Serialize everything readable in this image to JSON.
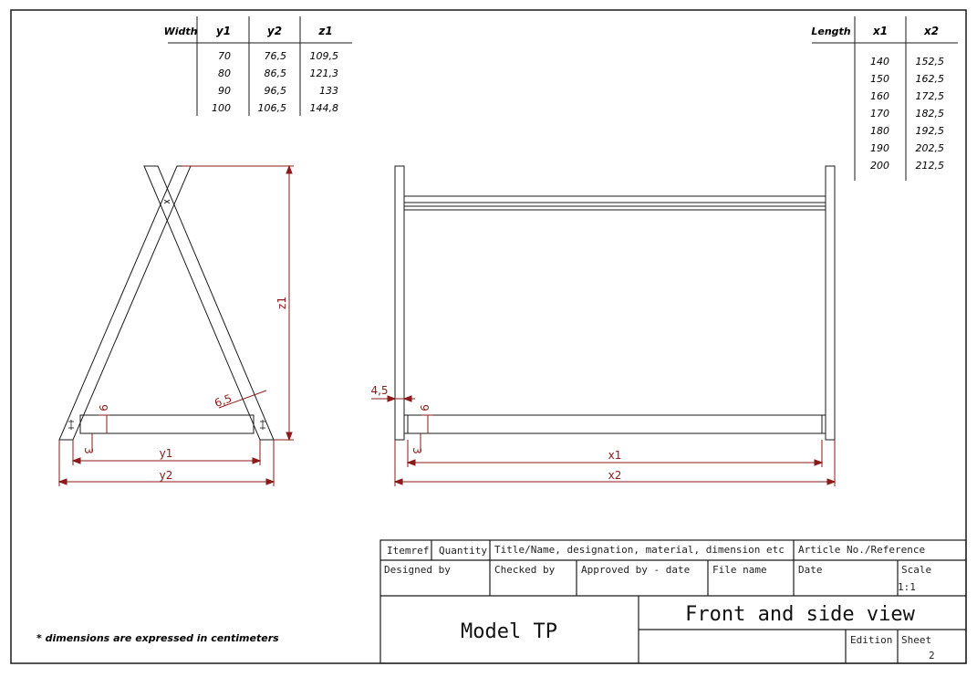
{
  "width_table": {
    "headers": [
      "Width",
      "y1",
      "y2",
      "z1"
    ],
    "rows": [
      [
        "70",
        "76,5",
        "109,5"
      ],
      [
        "80",
        "86,5",
        "121,3"
      ],
      [
        "90",
        "96,5",
        "133"
      ],
      [
        "100",
        "106,5",
        "144,8"
      ]
    ]
  },
  "length_table": {
    "headers": [
      "Length",
      "x1",
      "x2"
    ],
    "rows": [
      [
        "140",
        "152,5"
      ],
      [
        "150",
        "162,5"
      ],
      [
        "160",
        "172,5"
      ],
      [
        "170",
        "182,5"
      ],
      [
        "180",
        "192,5"
      ],
      [
        "190",
        "202,5"
      ],
      [
        "200",
        "212,5"
      ]
    ]
  },
  "front_dims": {
    "z1": "z1",
    "d65": "6,5",
    "d9": "9",
    "d3": "3",
    "y1": "y1",
    "y2": "y2"
  },
  "side_dims": {
    "d45": "4,5",
    "d9": "9",
    "d3": "3",
    "x1": "x1",
    "x2": "x2"
  },
  "note": "* dimensions are expressed in centimeters",
  "title_block": {
    "itemref": "Itemref",
    "quantity": "Quantity",
    "title_name": "Title/Name, designation, material, dimension etc",
    "article": "Article No./Reference",
    "designed_by": "Designed by",
    "checked_by": "Checked by",
    "approved_by": "Approved by - date",
    "file_name": "File name",
    "date": "Date",
    "scale_label": "Scale",
    "scale_value": "1:1",
    "model": "Model TP",
    "view_title": "Front and side  view",
    "edition": "Edition",
    "sheet_label": "Sheet",
    "sheet_value": "2"
  },
  "colors": {
    "line": "#1a1a1a",
    "dimension": "#8b1a1a"
  }
}
